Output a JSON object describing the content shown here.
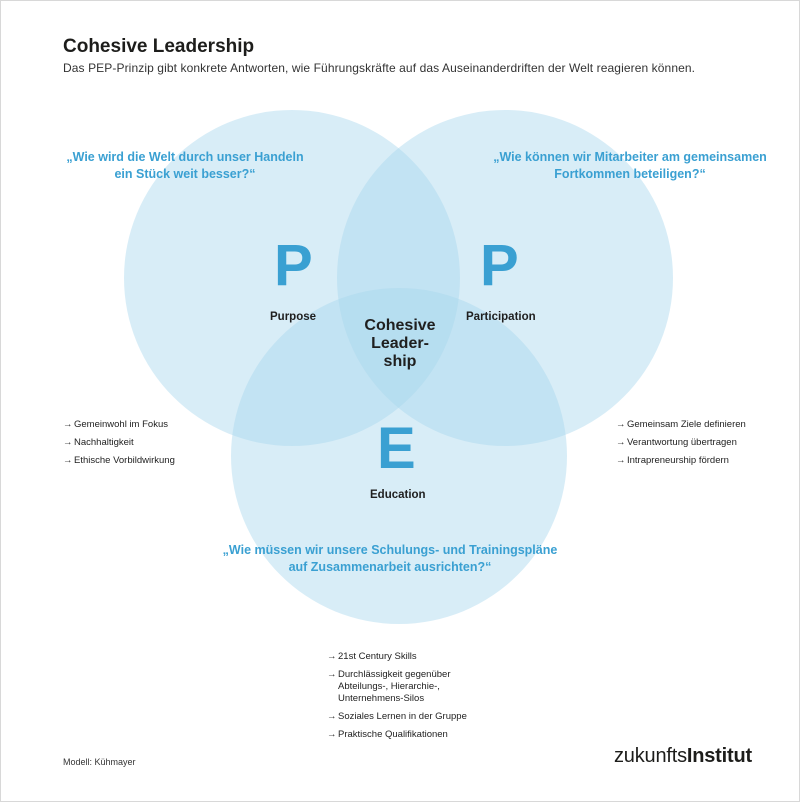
{
  "header": {
    "title": "Cohesive Leadership",
    "subtitle": "Das PEP-Prinzip gibt konkrete Antworten, wie Führungskräfte auf das Auseinanderdriften der Welt reagieren können."
  },
  "circles": {
    "purpose": {
      "letter": "P",
      "label": "Purpose",
      "question_line1": "„Wie wird die Welt durch unser Handeln",
      "question_line2": "ein Stück weit besser?“",
      "items": [
        "Gemeinwohl im Fokus",
        "Nachhaltigkeit",
        "Ethische Vorbildwirkung"
      ]
    },
    "participation": {
      "letter": "P",
      "label": "Participation",
      "question_line1": "„Wie können wir Mitarbeiter am gemeinsamen",
      "question_line2": "Fortkommen beteiligen?“",
      "items": [
        "Gemeinsam Ziele definieren",
        "Verantwortung übertragen",
        "Intrapreneurship fördern"
      ]
    },
    "education": {
      "letter": "E",
      "label": "Education",
      "question_line1": "„Wie müssen wir unsere Schulungs- und Trainingspläne",
      "question_line2": "auf Zusammenarbeit ausrichten?“",
      "items": [
        [
          "21st Century Skills"
        ],
        [
          "Durchlässigkeit gegenüber",
          "Abteilungs-, Hierarchie-,",
          "Unternehmens-Silos"
        ],
        [
          "Soziales Lernen in der Gruppe"
        ],
        [
          "Praktische Qualifikationen"
        ]
      ]
    }
  },
  "center": {
    "line1": "Cohesive",
    "line2": "Leader-",
    "line3": "ship"
  },
  "arrow_glyph": "→",
  "footer": {
    "model": "Modell: Kühmayer",
    "logo_light": "zukunfts",
    "logo_bold": "Institut"
  },
  "colors": {
    "circle_fill": "#a9d7ee",
    "accent": "#3aa0d2",
    "text": "#1f1f1f"
  }
}
